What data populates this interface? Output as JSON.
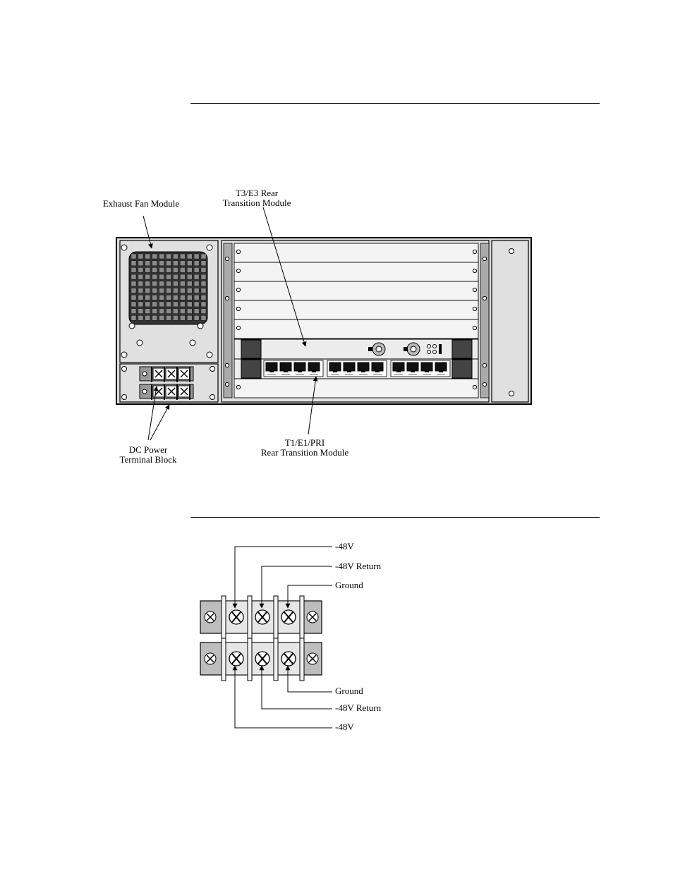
{
  "figure1": {
    "labels": {
      "exhaust_fan": "Exhaust Fan Module",
      "t3e3_line1": "T3/E3 Rear",
      "t3e3_line2": "Transition Module",
      "dc_power_line1": "DC Power",
      "dc_power_line2": "Terminal Block",
      "t1e1_line1": "T1/E1/PRI",
      "t1e1_line2": "Rear Transition Module"
    }
  },
  "figure2": {
    "top_labels": [
      "-48V",
      "-48V Return",
      "Ground"
    ],
    "bottom_labels": [
      "Ground",
      "-48V Return",
      "-48V"
    ]
  },
  "colors": {
    "chassis_gray": "#d9d9d9",
    "terminal_gray": "#bdbdbd",
    "port_black": "#111111"
  }
}
